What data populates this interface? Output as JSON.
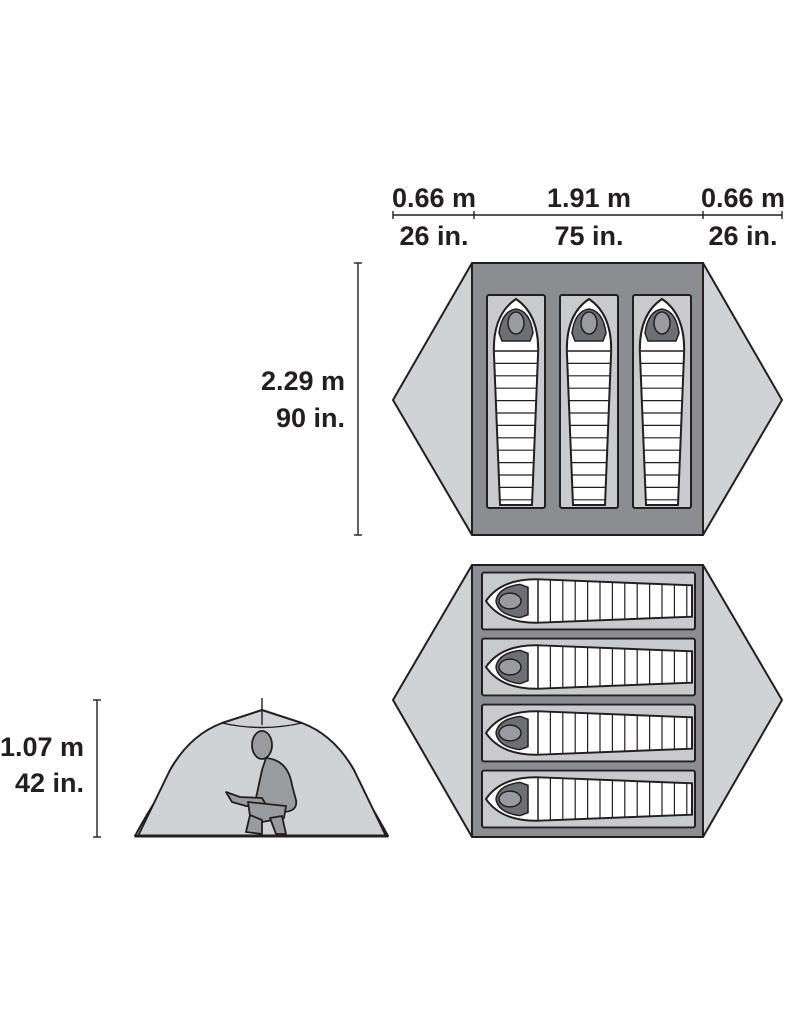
{
  "dimensions": {
    "width_segments": [
      {
        "metric": "0.66 m",
        "imperial": "26 in."
      },
      {
        "metric": "1.91 m",
        "imperial": "75 in."
      },
      {
        "metric": "0.66 m",
        "imperial": "26 in."
      }
    ],
    "length": {
      "metric": "2.29 m",
      "imperial": "90 in."
    },
    "height": {
      "metric": "1.07 m",
      "imperial": "42 in."
    }
  },
  "colors": {
    "outline": "#231f20",
    "vestibule": "#d1d2d4",
    "floor": "#8c8d90",
    "pad": "#c9cacc",
    "bag": "#ffffff",
    "figure": "#9a9b9e"
  },
  "layouts": {
    "top_view_sleepers": 3,
    "bottom_view_sleepers": 4
  }
}
